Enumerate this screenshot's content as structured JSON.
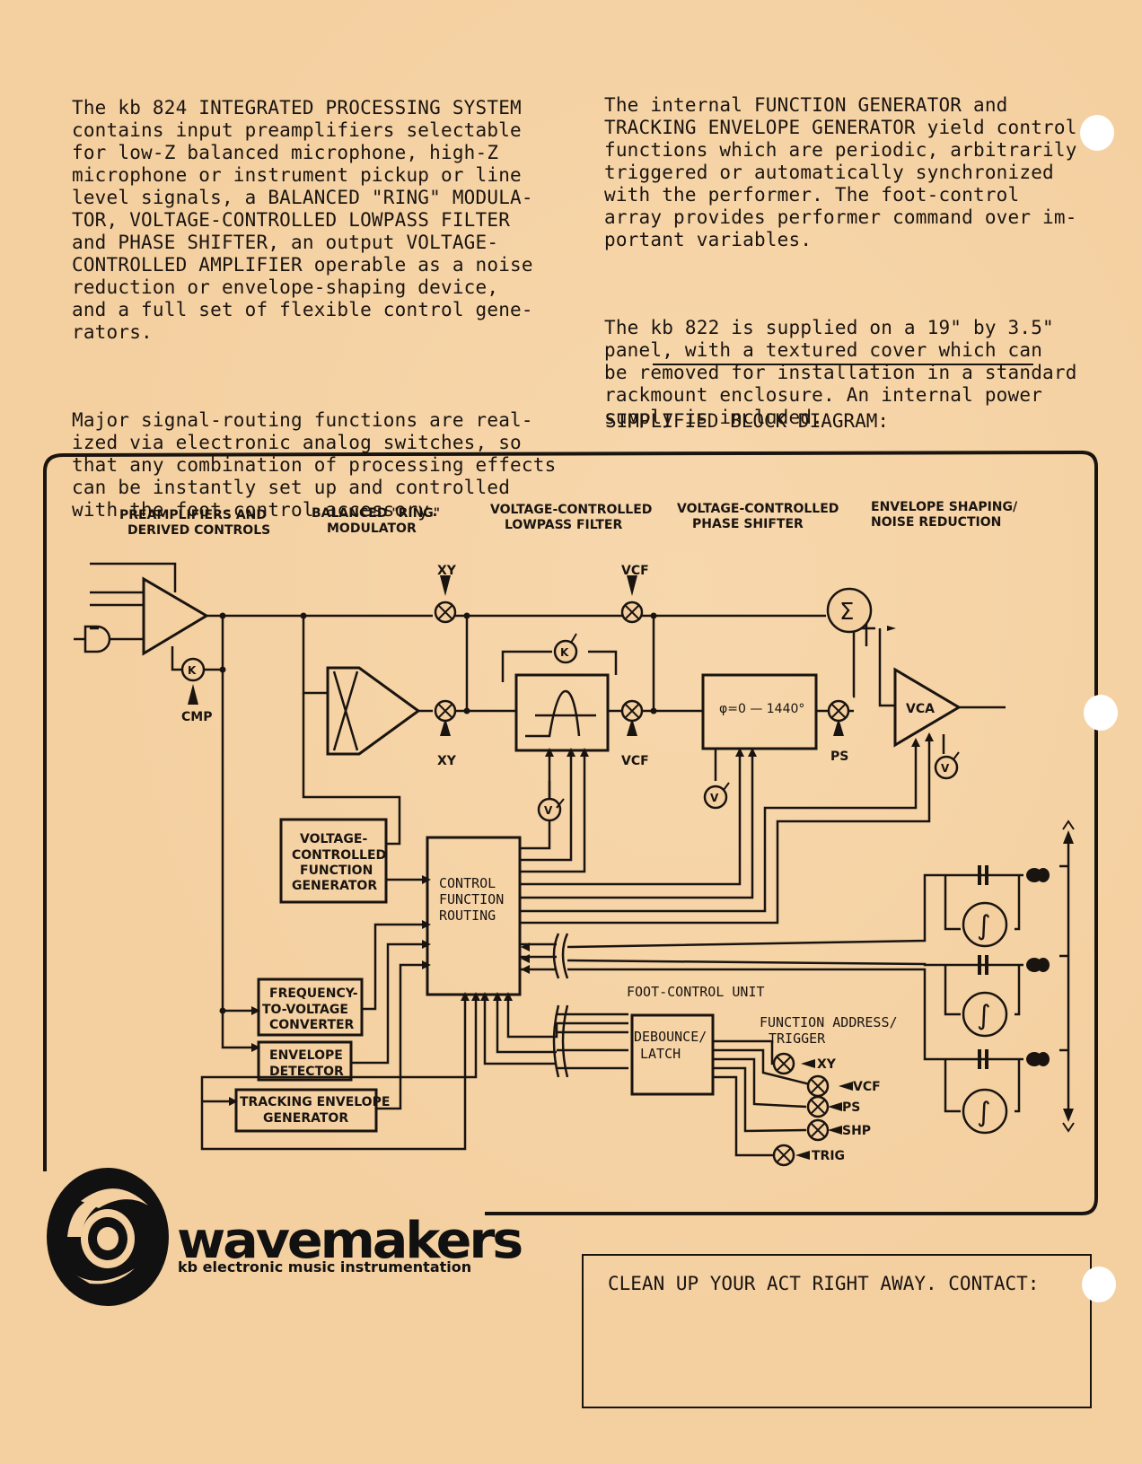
{
  "left_column": {
    "para1": "The kb 824 INTEGRATED PROCESSING SYSTEM\ncontains input preamplifiers selectable\nfor low-Z balanced microphone, high-Z\nmicrophone or instrument pickup or line\nlevel signals, a BALANCED \"RING\" MODULA-\nTOR, VOLTAGE-CONTROLLED LOWPASS FILTER\nand PHASE SHIFTER, an output VOLTAGE-\nCONTROLLED AMPLIFIER operable as a noise\nreduction or envelope-shaping device,\nand a full set of flexible control gene-\nrators.",
    "para2": "Major signal-routing functions are real-\nized via electronic analog switches, so\nthat any combination of processing effects\ncan be instantly set up and controlled\nwith the foot-control accessory."
  },
  "right_column": {
    "para1": "The internal FUNCTION GENERATOR and\nTRACKING ENVELOPE GENERATOR yield control\nfunctions which are periodic, arbitrarily\ntriggered or automatically synchronized\nwith the performer.  The foot-control\narray provides performer command over im-\nportant variables.",
    "para2": "The kb 822 is supplied on a 19\" by 3.5\"\npanel, with a textured cover which can\nbe removed for installation in a standard\nrackmount enclosure.  An internal power\nsupply is included."
  },
  "diagram_heading": "SIMPLIFIED BLOCK DIAGRAM:",
  "diagram": {
    "sections": {
      "preamp": [
        "PREAMPLIFIERS AND",
        "DERIVED CONTROLS"
      ],
      "ring": [
        "BALANCED \"RING\"",
        "MODULATOR"
      ],
      "vcf": [
        "VOLTAGE-CONTROLLED",
        "LOWPASS FILTER"
      ],
      "phase": [
        "VOLTAGE-CONTROLLED",
        "PHASE SHIFTER"
      ],
      "env": [
        "ENVELOPE SHAPING/",
        "NOISE REDUCTION"
      ]
    },
    "blocks": {
      "vcfg": [
        "VOLTAGE-",
        "CONTROLLED",
        "FUNCTION",
        "GENERATOR"
      ],
      "routing": [
        "CONTROL",
        "FUNCTION",
        "ROUTING"
      ],
      "fvc": [
        "FREQUENCY-",
        "TO-VOLTAGE",
        "CONVERTER"
      ],
      "envdet": [
        "ENVELOPE",
        "DETECTOR"
      ],
      "teg": [
        "TRACKING ENVELOPE",
        "GENERATOR"
      ],
      "debounce": [
        "DEBOUNCE/",
        "LATCH"
      ],
      "phase_range": "φ=0 — 1440°",
      "vca": "VCA"
    },
    "switch_labels": {
      "xy_bar": "XY",
      "vcf_bar": "VCF",
      "xy": "XY",
      "vcf": "VCF",
      "ps": "PS",
      "cmp": "CMP",
      "k": "K",
      "v": "V",
      "sum": "Σ",
      "integral": "∫"
    },
    "foot_unit": "FOOT-CONTROL UNIT",
    "function_address": [
      "FUNCTION ADDRESS/",
      "TRIGGER"
    ],
    "foot_outputs": [
      "XY",
      "VCF",
      "PS",
      "SHP",
      "TRIG"
    ]
  },
  "brand": {
    "name": "wavemakers",
    "tagline": "kb electronic music instrumentation"
  },
  "contact": "CLEAN UP YOUR ACT RIGHT AWAY. CONTACT:"
}
